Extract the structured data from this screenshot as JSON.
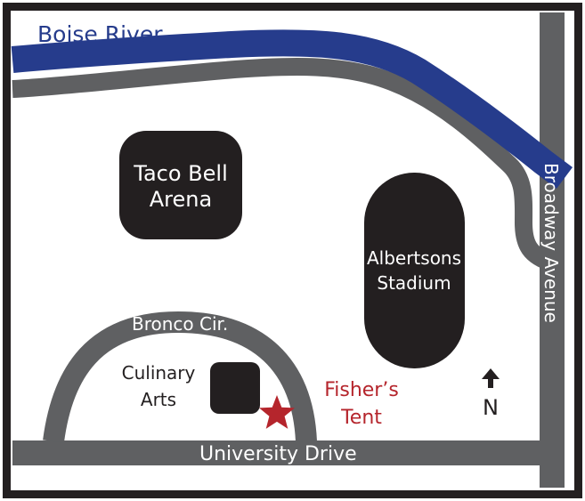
{
  "map": {
    "labels": {
      "river": "Boise River",
      "broadway": "Broadway Avenue",
      "bronco": "Bronco Cir.",
      "university": "University Drive",
      "culinary_line1": "Culinary",
      "culinary_line2": "Arts",
      "fishers_line1": "Fisher’s",
      "fishers_line2": "Tent",
      "north": "N"
    },
    "buildings": {
      "taco_bell_line1": "Taco Bell",
      "taco_bell_line2": "Arena",
      "albertsons_line1": "Albertsons",
      "albertsons_line2": "Stadium"
    }
  },
  "colors": {
    "river": "#263c8c",
    "road": "#5f6062",
    "building": "#231f20",
    "marker": "#b5252c",
    "frame": "#231f20"
  },
  "icons": {
    "marker": "star-icon",
    "north": "north-arrow-icon"
  }
}
